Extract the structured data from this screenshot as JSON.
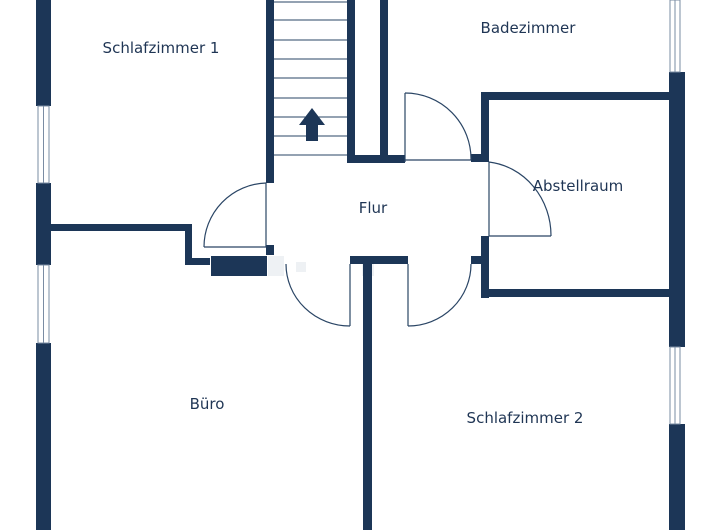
{
  "colors": {
    "wall": "#1c3657",
    "door_line": "#2a4565",
    "window_line": "#7a8ca3",
    "label": "#1f3554",
    "watermark": "#dfe4ea"
  },
  "rooms": {
    "schlafzimmer1": "Schlafzimmer 1",
    "badezimmer": "Badezimmer",
    "abstellraum": "Abstellraum",
    "flur": "Flur",
    "buero": "Büro",
    "schlafzimmer2": "Schlafzimmer 2"
  },
  "icons": {
    "stair_direction": "arrow-up-icon"
  }
}
